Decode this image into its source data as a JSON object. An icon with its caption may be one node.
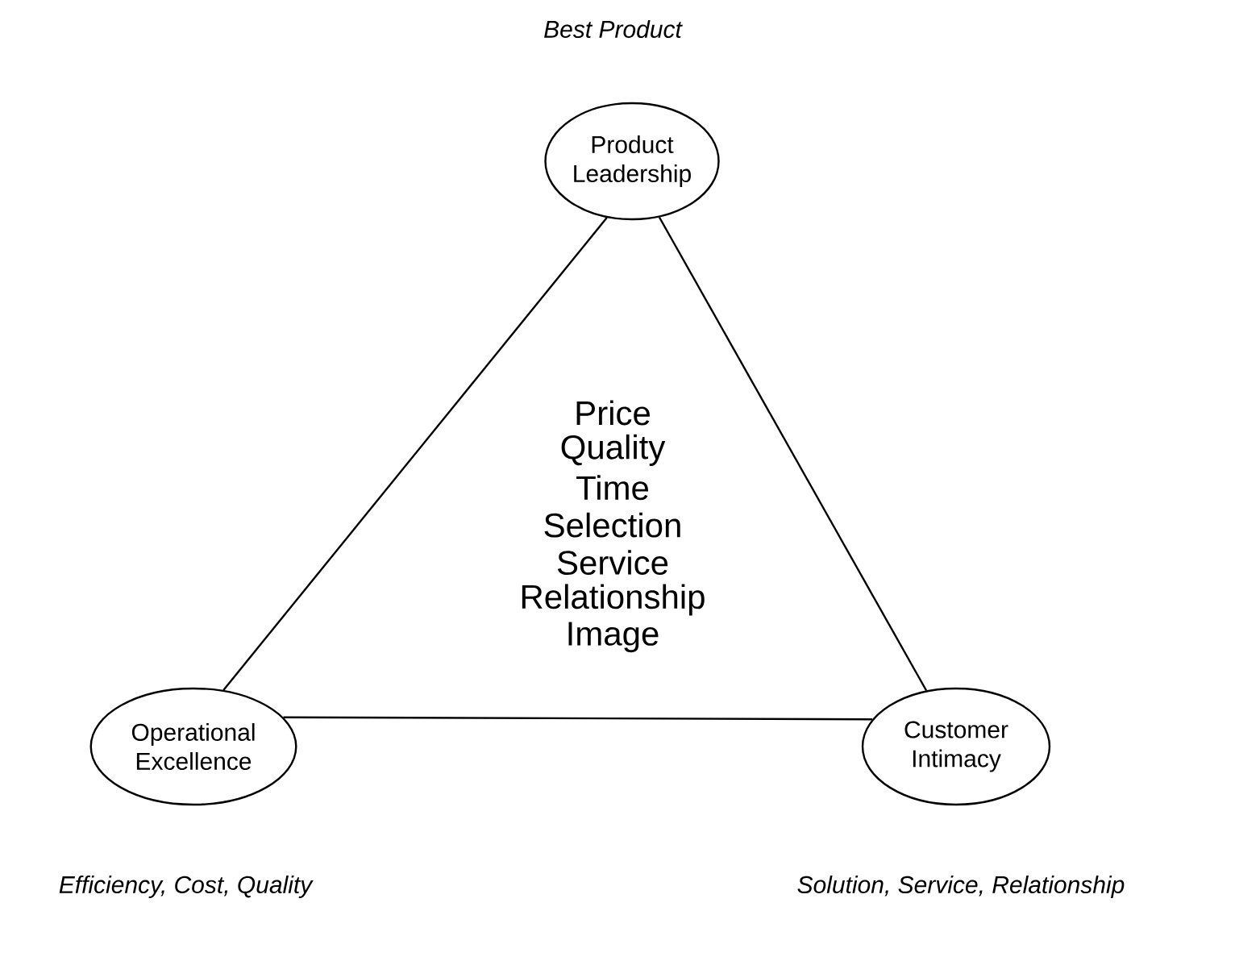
{
  "diagram": {
    "nodes": [
      {
        "text": [
          "Product Leadership"
        ],
        "beside": [
          "Best Product"
        ]
      },
      {
        "text": [
          "Operational Excellence"
        ],
        "beside": [
          "Efficiency, Cost, Quality"
        ]
      },
      {
        "text": [
          "Customer Intimacy"
        ],
        "beside": [
          "Solution, Service, Relationship"
        ]
      }
    ],
    "edges": [
      {
        "from": 0,
        "to": 1,
        "arrow": "none"
      },
      {
        "from": 1,
        "to": 2,
        "arrow": "none"
      },
      {
        "from": 2,
        "to": 0,
        "arrow": "none"
      }
    ],
    "labels": [
      "Price",
      "Quality",
      "Time",
      "Selection",
      "Service",
      "Relationship",
      "Image"
    ]
  }
}
